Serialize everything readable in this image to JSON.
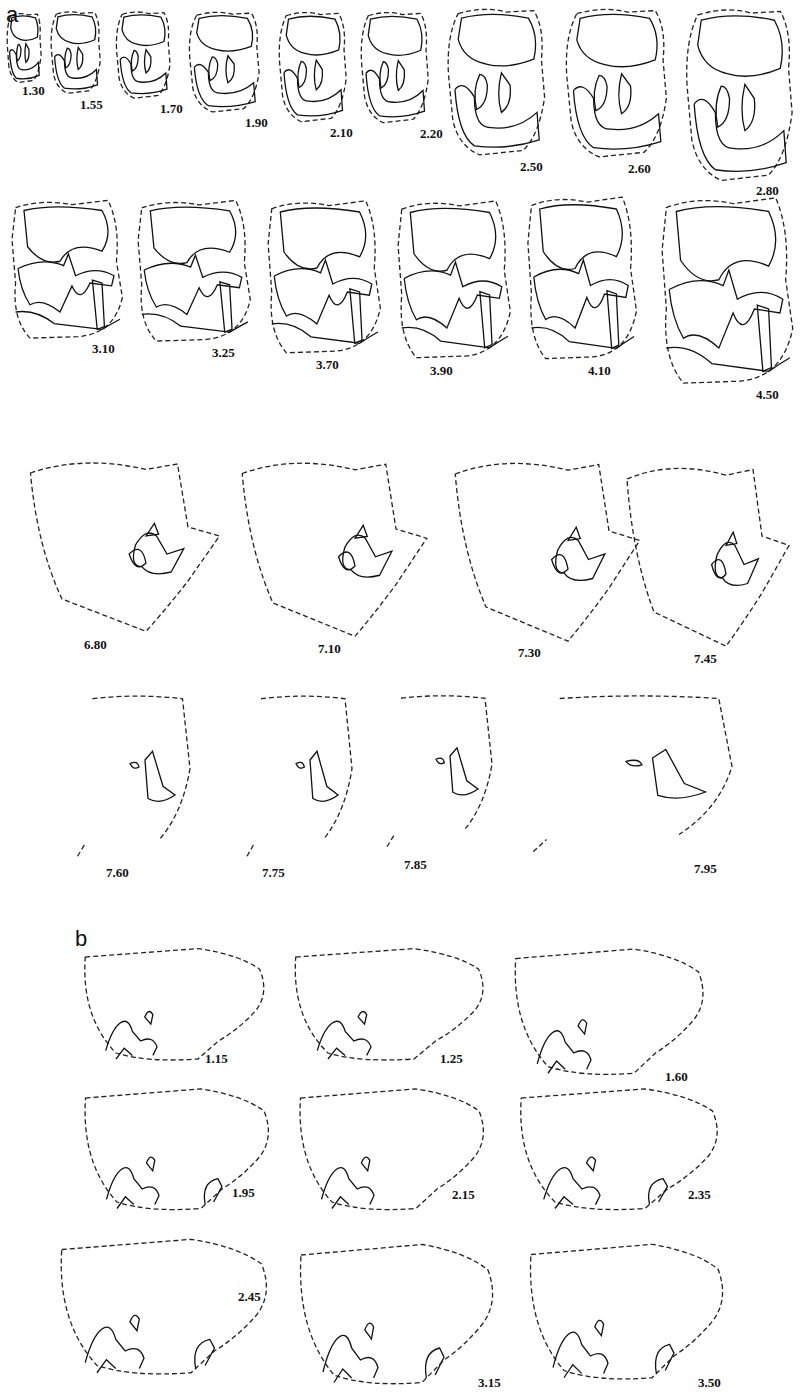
{
  "diagram": {
    "labels": [
      "a",
      "1.30",
      "1.55",
      "1.70",
      "1.90",
      "2.10",
      "2.20",
      "2.50",
      "2.60",
      "2.80",
      "3.10",
      "3.25",
      "3.70",
      "3.90",
      "4.10",
      "4.50",
      "6.80",
      "7.10",
      "7.30",
      "7.45",
      "7.60",
      "7.75",
      "7.85",
      "7.95",
      "b",
      "1.15",
      "1.25",
      "1.60",
      "1.95",
      "2.15",
      "2.35",
      "2.45",
      "3.15",
      "3.50"
    ]
  }
}
